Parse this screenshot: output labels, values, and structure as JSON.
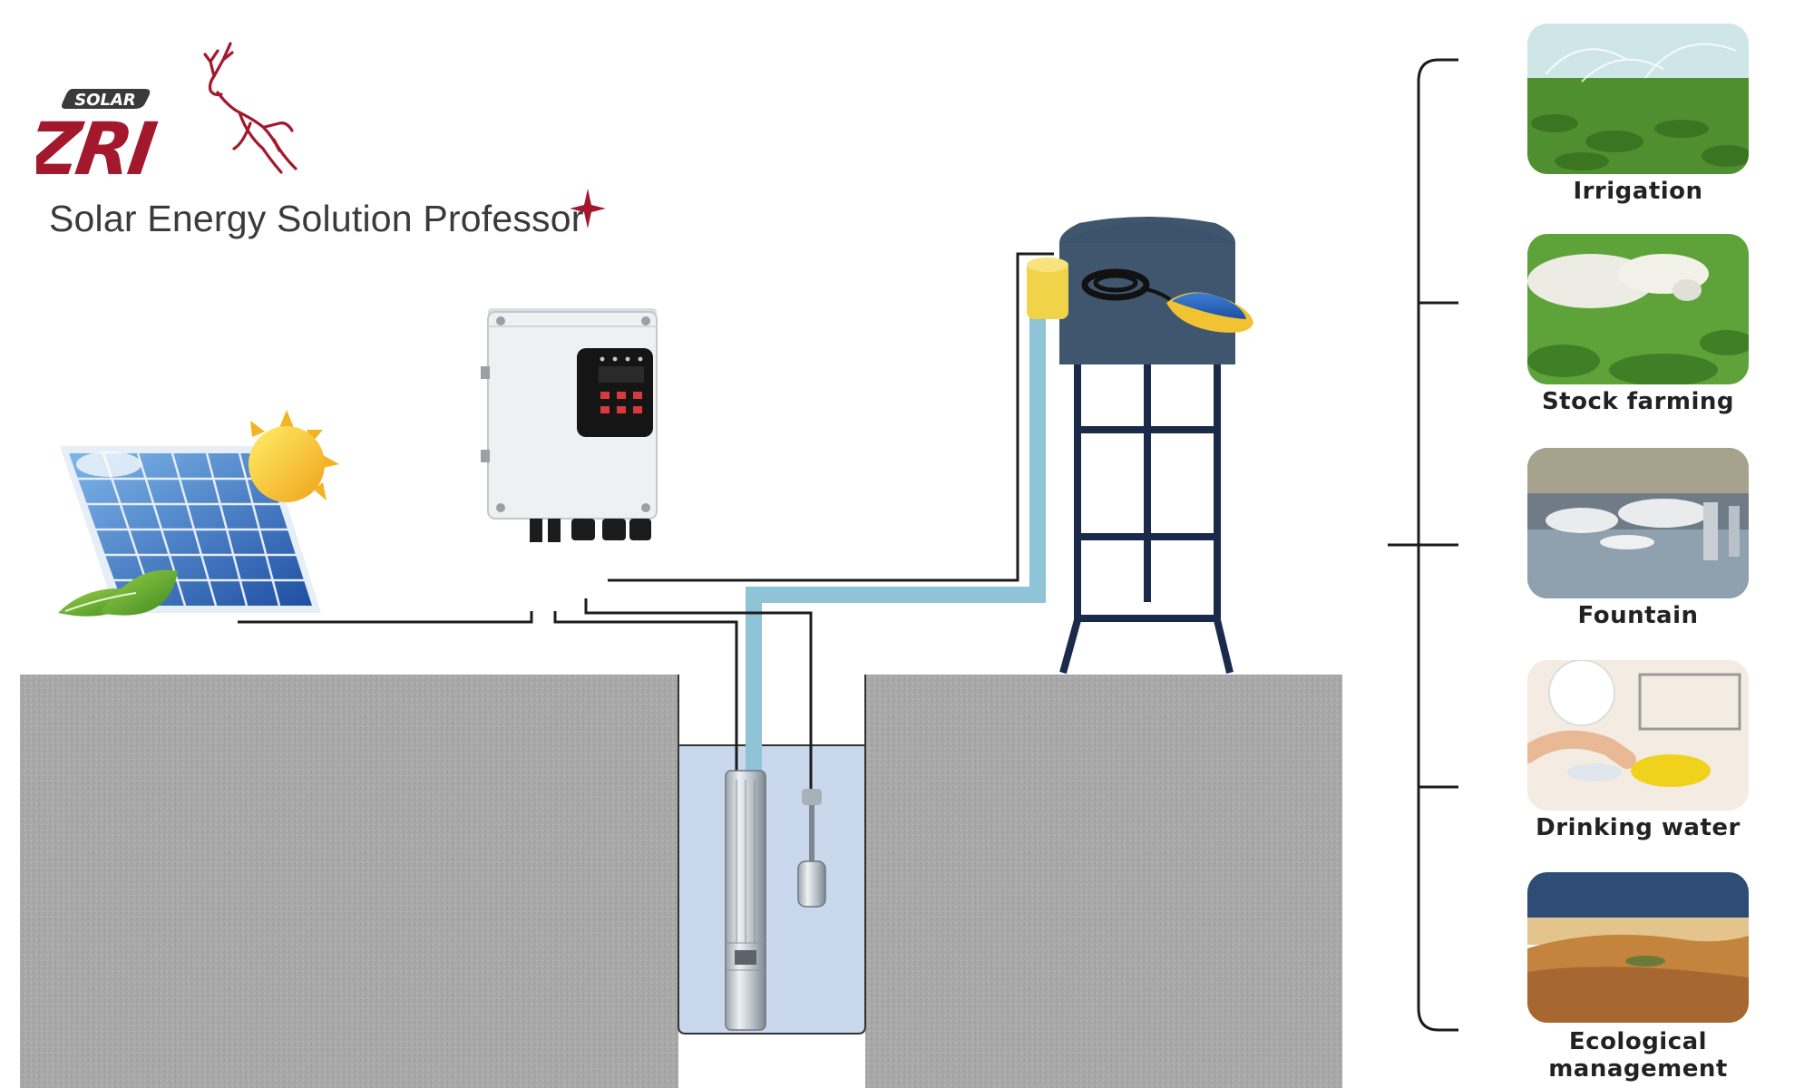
{
  "brand": {
    "badge": "SOLAR",
    "logo": "ZRI",
    "tagline": "Solar Energy Solution Professor"
  },
  "applications": [
    {
      "label": "Irrigation",
      "icon": "irrigation-photo"
    },
    {
      "label": "Stock  farming",
      "icon": "sheep-photo"
    },
    {
      "label": "Fountain",
      "icon": "fountain-photo"
    },
    {
      "label": "Drinking water",
      "icon": "dishwashing-photo"
    },
    {
      "label": "Ecological management",
      "icon": "desert-photo"
    }
  ],
  "components": [
    "solar-panel-icon",
    "sun-icon",
    "leaf-icon",
    "pump-controller-icon",
    "water-tank-icon",
    "float-switch-icon",
    "submersible-pump-icon",
    "water-level-sensor-icon"
  ],
  "colors": {
    "brand_red": "#a3182c",
    "ground": "#a7a7a7",
    "pipe": "#8ec3d8",
    "tank": "#40566f",
    "stand": "#1a2a4a",
    "well_water": "#c9d8ec"
  }
}
